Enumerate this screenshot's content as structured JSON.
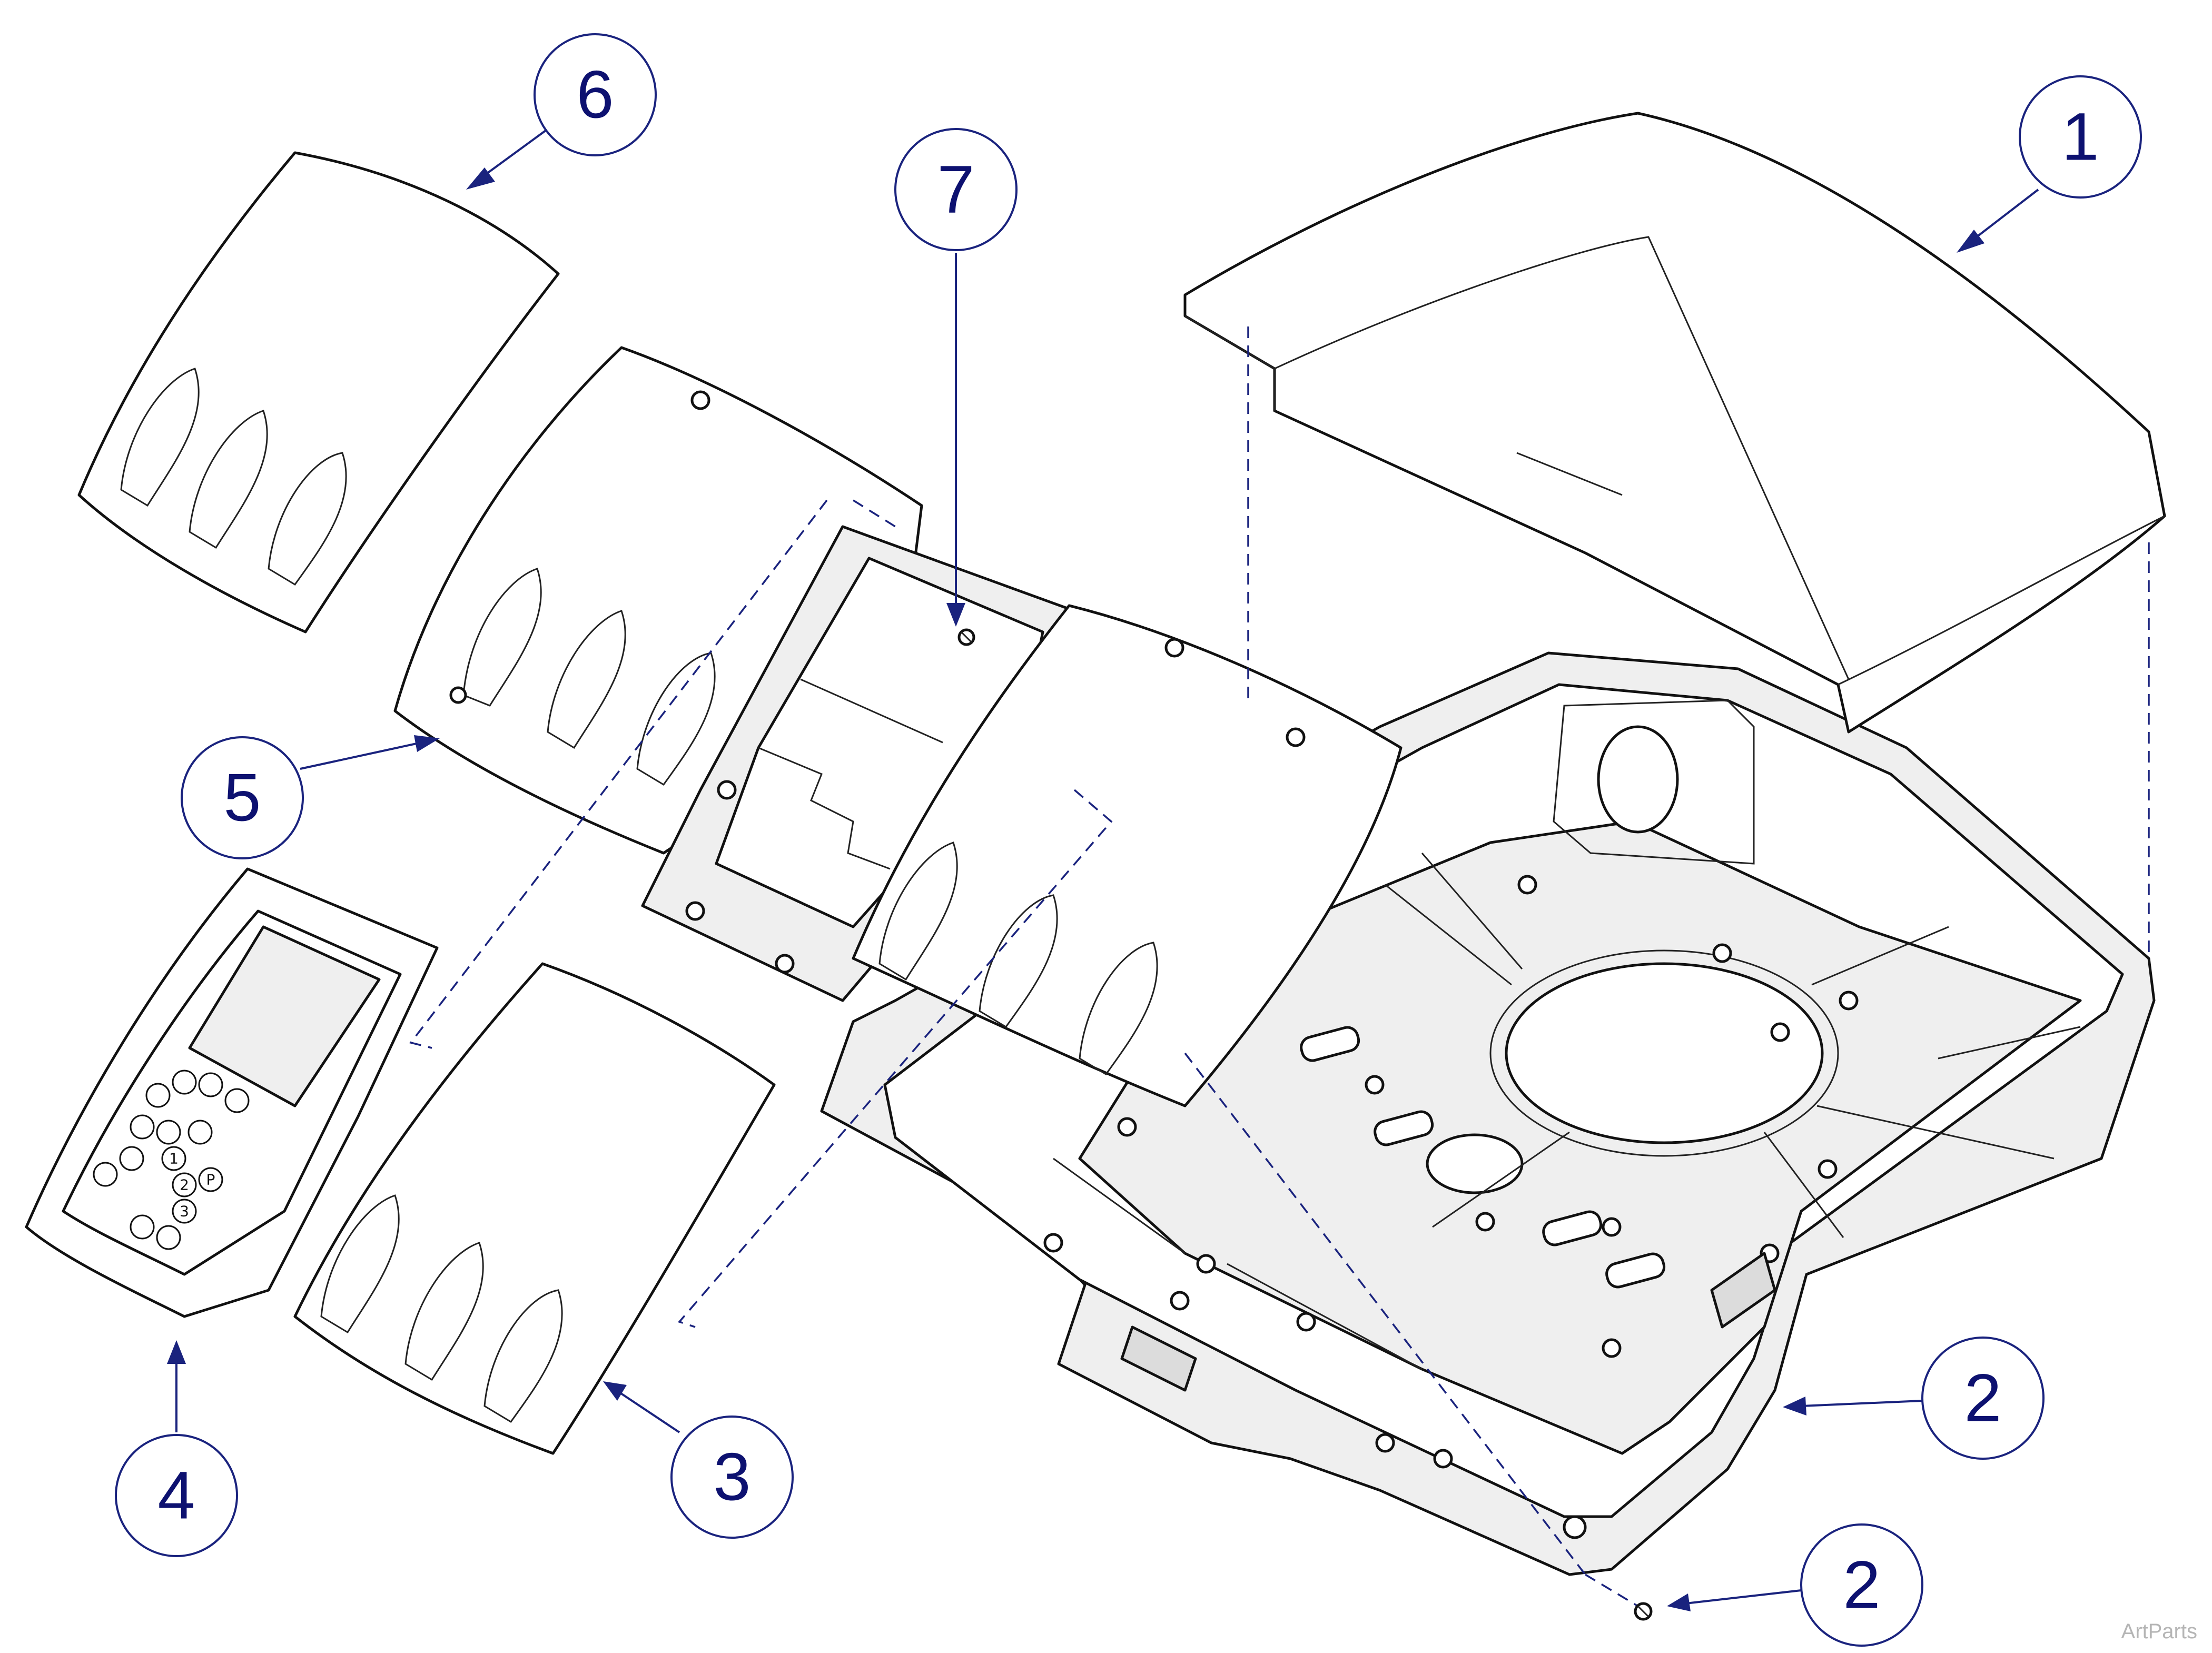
{
  "diagram": {
    "type": "exploded-parts-view",
    "callouts": [
      {
        "id": "c6",
        "label": "6"
      },
      {
        "id": "c7",
        "label": "7"
      },
      {
        "id": "c1",
        "label": "1"
      },
      {
        "id": "c5",
        "label": "5"
      },
      {
        "id": "c4",
        "label": "4"
      },
      {
        "id": "c3",
        "label": "3"
      },
      {
        "id": "c2a",
        "label": "2"
      },
      {
        "id": "c2b",
        "label": "2"
      }
    ],
    "keypad_keys": [
      "1",
      "2",
      "3",
      "P"
    ]
  },
  "watermark": "ArtParts",
  "colors": {
    "callout": "#1a237e",
    "line": "#111111",
    "fill": "#ffffff"
  }
}
